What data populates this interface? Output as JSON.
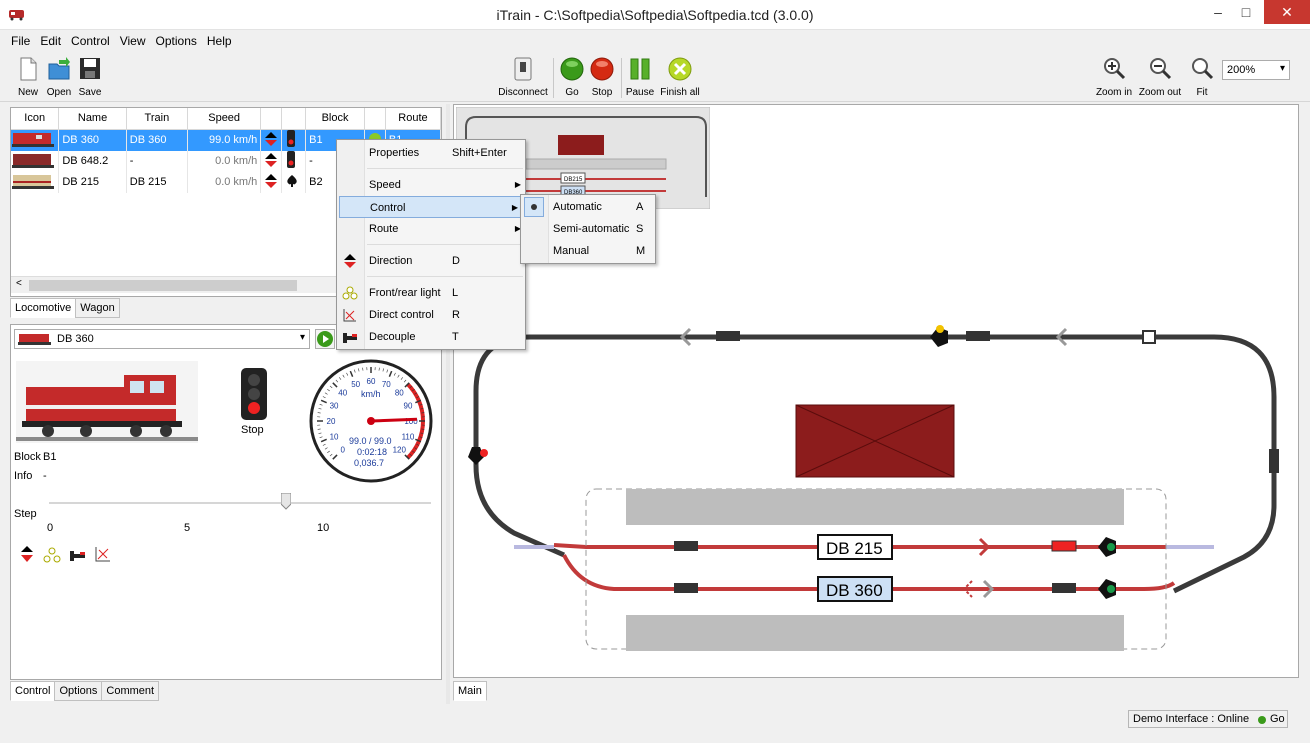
{
  "window": {
    "title": "iTrain - C:\\Softpedia\\Softpedia\\Softpedia.tcd (3.0.0)",
    "controls": [
      "–",
      "□",
      "✕"
    ]
  },
  "menubar": [
    "File",
    "Edit",
    "Control",
    "View",
    "Options",
    "Help"
  ],
  "toolbar": {
    "new": "New",
    "open": "Open",
    "save": "Save",
    "disconnect": "Disconnect",
    "go": "Go",
    "stop": "Stop",
    "pause": "Pause",
    "finish_all": "Finish all",
    "zoom_in": "Zoom in",
    "zoom_out": "Zoom out",
    "fit": "Fit",
    "zoom_value": "200%"
  },
  "loco_table": {
    "headers": [
      "Icon",
      "Name",
      "Train",
      "Speed",
      "",
      "",
      "Block",
      "",
      "Route"
    ],
    "rows": [
      {
        "name": "DB 360",
        "train": "DB 360",
        "speed": "99.0 km/h",
        "block": "B1",
        "route": "B1"
      },
      {
        "name": "DB 648.2",
        "train": "-",
        "speed": "0.0 km/h",
        "block": "-",
        "route": ""
      },
      {
        "name": "DB 215",
        "train": "DB 215",
        "speed": "0.0 km/h",
        "block": "B2",
        "route": ""
      }
    ],
    "tabs": [
      "Locomotive",
      "Wagon"
    ]
  },
  "control_panel": {
    "selected_loco": "DB 360",
    "block_label": "Block",
    "block_value": "B1",
    "info_label": "Info",
    "info_value": "-",
    "signal_label": "Stop",
    "step_label": "Step",
    "step_ticks": [
      "0",
      "5",
      "10"
    ],
    "step_fraction": 0.62,
    "gauge": {
      "unit": "km/h",
      "ticks": [
        "0",
        "10",
        "20",
        "30",
        "40",
        "50",
        "60",
        "70",
        "80",
        "90",
        "100",
        "110",
        "120"
      ],
      "speed": "99.0 / 99.0",
      "time": "0:02:18",
      "distance": "0,036.7",
      "value": 99
    },
    "tabs": [
      "Control",
      "Options",
      "Comment"
    ]
  },
  "context_menu": {
    "items": [
      {
        "label": "Properties",
        "key": "Shift+Enter"
      },
      {
        "label": "Speed",
        "key": ""
      },
      {
        "label": "Control",
        "key": ""
      },
      {
        "label": "Route",
        "key": ""
      },
      {
        "label": "Direction",
        "key": "D"
      },
      {
        "label": "Front/rear light",
        "key": "L"
      },
      {
        "label": "Direct control",
        "key": "R"
      },
      {
        "label": "Decouple",
        "key": "T"
      }
    ],
    "submenu": [
      {
        "label": "Automatic",
        "key": "A"
      },
      {
        "label": "Semi-automatic",
        "key": "S"
      },
      {
        "label": "Manual",
        "key": "M"
      }
    ]
  },
  "layout_view": {
    "block_labels": [
      "DB 215",
      "DB 360"
    ],
    "mini_labels": [
      "DB215",
      "DB360"
    ],
    "tab": "Main"
  },
  "statusbar": {
    "text": "Demo Interface :  Online",
    "go": "Go"
  },
  "colors": {
    "selection": "#3399ff",
    "track_dark": "#3a3a3a",
    "track_red": "#c23a3a",
    "building": "#8c1c1c",
    "go_green": "#3a9a1a",
    "stop_red": "#d42a12"
  }
}
